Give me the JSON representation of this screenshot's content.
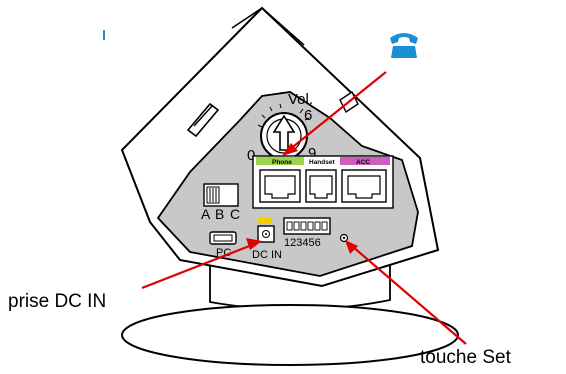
{
  "device": {
    "volume_label": "Vol.",
    "dial_min": "0",
    "dial_mid": "6",
    "dial_max": "9",
    "ports": {
      "phone": "Phone",
      "handset": "Handset",
      "acc": "ACC"
    },
    "switch_labels": [
      "A",
      "B",
      "C"
    ],
    "pc_label": "PC",
    "dcin_label": "DC IN",
    "dip_label": "123456"
  },
  "callouts": {
    "dc_in": "prise DC IN",
    "set_key": "touche Set"
  },
  "icons": {
    "phone_icon": "telephone-handset-icon"
  },
  "colors": {
    "phone_tab": "#9bd34a",
    "acc_tab": "#d05cc0",
    "dcin_tab": "#f2d000",
    "panel": "#c8c8c8",
    "arrow": "#e00000",
    "phone_icon": "#1a8fd6"
  }
}
